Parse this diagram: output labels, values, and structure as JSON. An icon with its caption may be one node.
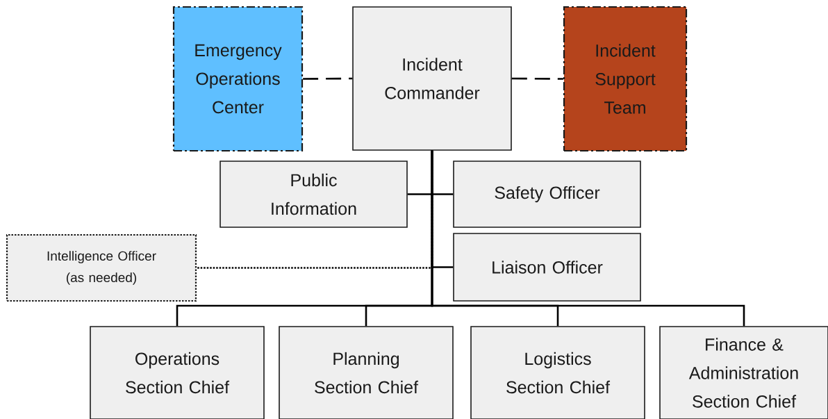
{
  "diagram": {
    "nodes": [
      {
        "text": [
          "Emergency Operations Center"
        ]
      },
      {
        "text": [
          "Incident Commander"
        ]
      },
      {
        "text": [
          "Incident Support Team"
        ]
      },
      {
        "text": [
          "Public Information"
        ]
      },
      {
        "text": [
          "Safety Officer"
        ]
      },
      {
        "text": [
          "Intelligence Officer (as needed)"
        ]
      },
      {
        "text": [
          "Liaison Officer"
        ]
      },
      {
        "text": [
          "Operations Section Chief"
        ]
      },
      {
        "text": [
          "Planning Section Chief"
        ]
      },
      {
        "text": [
          "Logistics Section Chief"
        ]
      },
      {
        "text": [
          "Finance & Administration Section Chief"
        ]
      }
    ],
    "edges": [
      {
        "from": 0,
        "to": 1,
        "arrow": "none",
        "style": "dashed"
      },
      {
        "from": 1,
        "to": 2,
        "arrow": "none",
        "style": "dashed"
      },
      {
        "from": 1,
        "to": 3,
        "arrow": "none"
      },
      {
        "from": 1,
        "to": 4,
        "arrow": "none"
      },
      {
        "from": 1,
        "to": 5,
        "arrow": "none",
        "style": "dashed"
      },
      {
        "from": 1,
        "to": 6,
        "arrow": "none"
      },
      {
        "from": 1,
        "to": 7,
        "arrow": "none"
      },
      {
        "from": 1,
        "to": 8,
        "arrow": "none"
      },
      {
        "from": 1,
        "to": 9,
        "arrow": "none"
      },
      {
        "from": 1,
        "to": 10,
        "arrow": "none"
      }
    ]
  }
}
